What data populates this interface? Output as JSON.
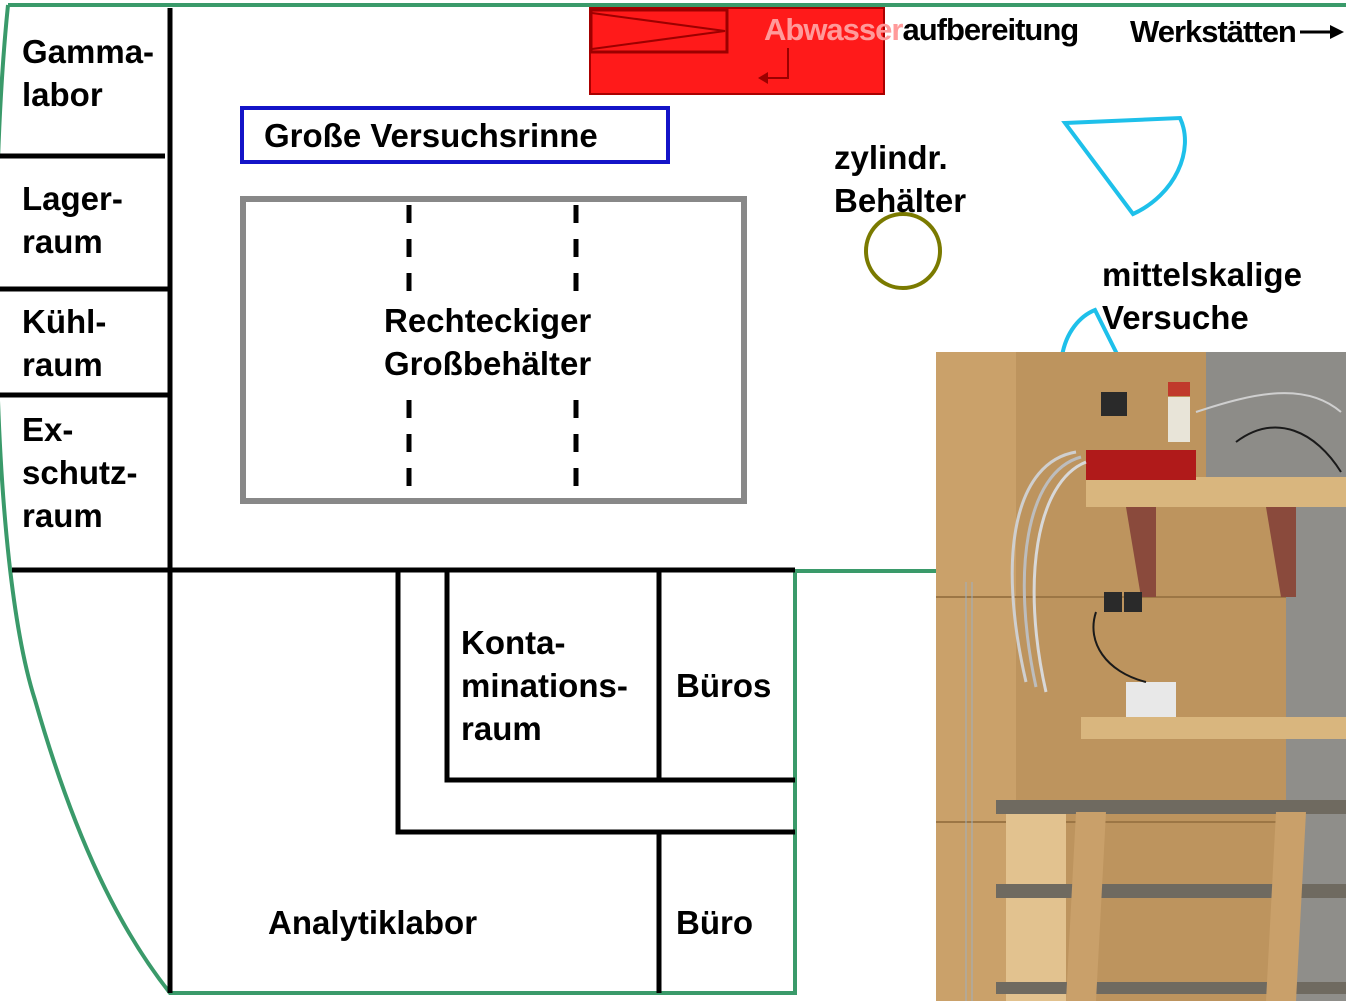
{
  "rooms": {
    "gammalabor": "Gamma-\nlabor",
    "lagerraum": "Lager-\nraum",
    "kuehlraum": "Kühl-\nraum",
    "exschutzraum": "Ex-\nschutz-\nraum",
    "kontaminationsraum": "Konta-\nminations-\nraum",
    "bueros": "Büros",
    "buero": "Büro",
    "analytiklabor": "Analytiklabor"
  },
  "experiments": {
    "grosse_versuchsrinne": "Große Versuchsrinne",
    "rechteckiger_grossbehaelter": "Rechteckiger\nGroßbehälter",
    "zylindr_behaelter": "zylindr.\nBehälter",
    "mittelskalige_versuche": "mittelskalige\nVersuche"
  },
  "destinations": {
    "abwasseraufbereitung": "Abwasseraufbereitung",
    "werkstaetten": "Werkstätten"
  },
  "colors": {
    "building_outline": "#3a9a6a",
    "walls": "#000000",
    "versuchsrinne_border": "#1414c8",
    "grossbehaelter_border": "#888888",
    "zylinder": "#7a7a00",
    "mittelskalig": "#1ec0ea",
    "abwasser_box": "#ff1a1a"
  },
  "photo": {
    "subject": "wooden wall rack with shelves, cables, electronics and horizontal pipes"
  }
}
